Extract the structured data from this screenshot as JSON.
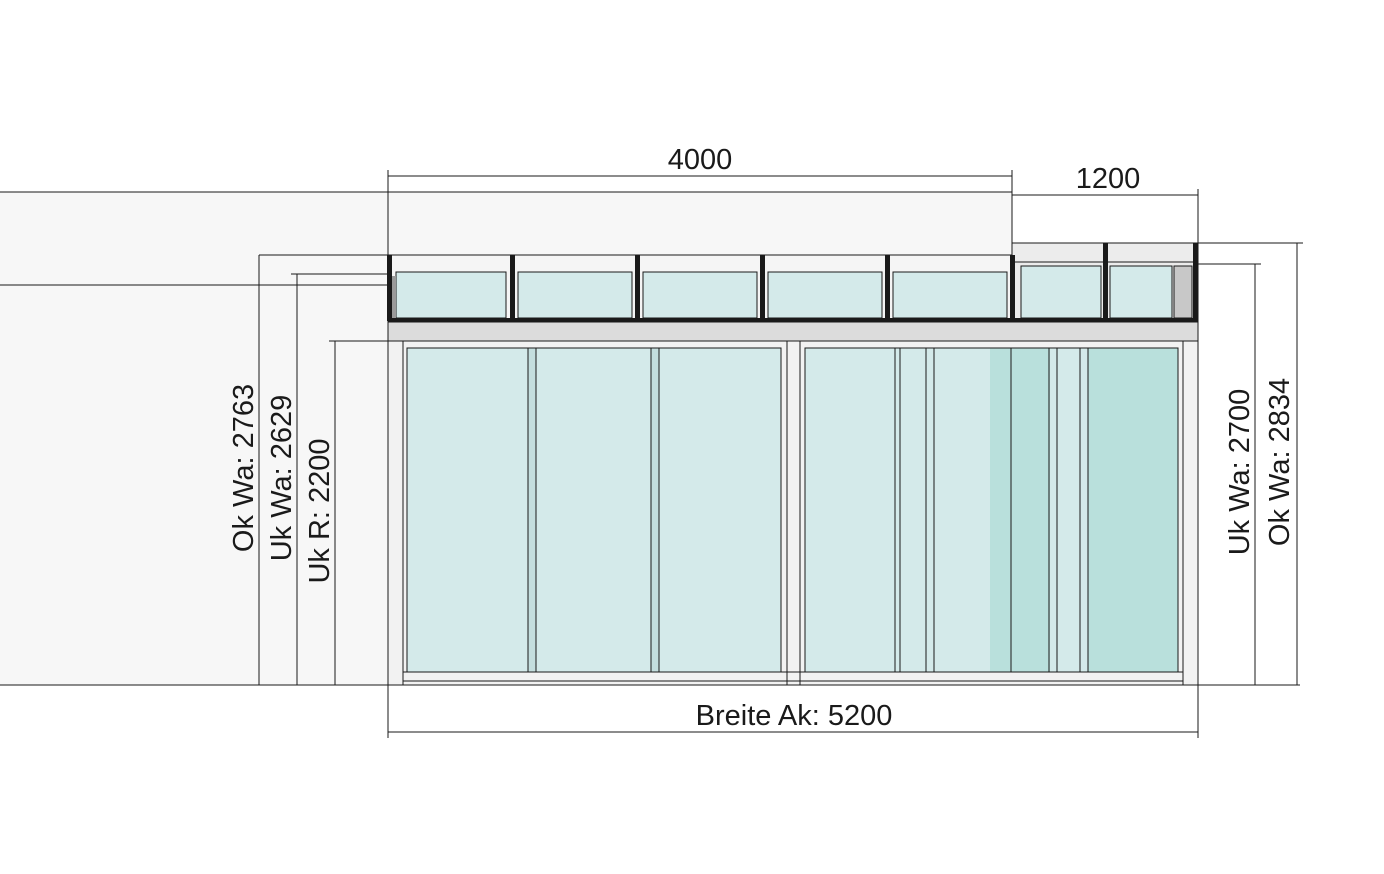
{
  "dimensions": {
    "top_left": "4000",
    "top_right": "1200",
    "bottom_width": "Breite Ak: 5200",
    "left_ok_wa": "Ok Wa: 2763",
    "left_uk_wa": "Uk Wa: 2629",
    "left_uk_r": "Uk R: 2200",
    "right_uk_wa": "Uk Wa: 2700",
    "right_ok_wa": "Ok Wa: 2834"
  },
  "colors": {
    "line": "#1a1a1a",
    "wall": "#f7f7f7",
    "glass": "#d4eaea",
    "glass_dark": "#b9e0dc",
    "frame": "#f2f2f2",
    "gutter": "#dcdcdc"
  }
}
